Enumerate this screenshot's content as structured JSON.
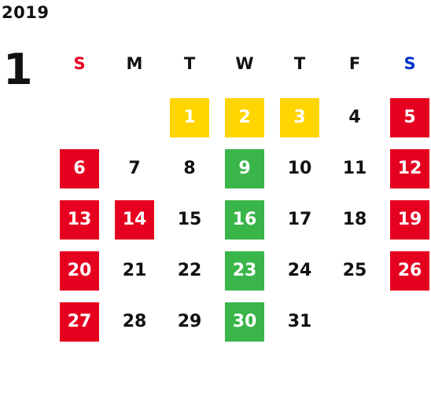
{
  "year": "2019",
  "month": "1",
  "weekdays": [
    {
      "label": "S",
      "color": "#e60020"
    },
    {
      "label": "M",
      "color": "#111111"
    },
    {
      "label": "T",
      "color": "#111111"
    },
    {
      "label": "W",
      "color": "#111111"
    },
    {
      "label": "T",
      "color": "#111111"
    },
    {
      "label": "F",
      "color": "#111111"
    },
    {
      "label": "S",
      "color": "#0033cc"
    }
  ],
  "colors": {
    "red": "#e60020",
    "yellow": "#ffd500",
    "green": "#3ab54a"
  },
  "weeks": [
    [
      null,
      null,
      {
        "d": "1",
        "h": "yellow"
      },
      {
        "d": "2",
        "h": "yellow"
      },
      {
        "d": "3",
        "h": "yellow"
      },
      {
        "d": "4",
        "h": ""
      },
      {
        "d": "5",
        "h": "red"
      }
    ],
    [
      {
        "d": "6",
        "h": "red"
      },
      {
        "d": "7",
        "h": ""
      },
      {
        "d": "8",
        "h": ""
      },
      {
        "d": "9",
        "h": "green"
      },
      {
        "d": "10",
        "h": ""
      },
      {
        "d": "11",
        "h": ""
      },
      {
        "d": "12",
        "h": "red"
      }
    ],
    [
      {
        "d": "13",
        "h": "red"
      },
      {
        "d": "14",
        "h": "red"
      },
      {
        "d": "15",
        "h": ""
      },
      {
        "d": "16",
        "h": "green"
      },
      {
        "d": "17",
        "h": ""
      },
      {
        "d": "18",
        "h": ""
      },
      {
        "d": "19",
        "h": "red"
      }
    ],
    [
      {
        "d": "20",
        "h": "red"
      },
      {
        "d": "21",
        "h": ""
      },
      {
        "d": "22",
        "h": ""
      },
      {
        "d": "23",
        "h": "green"
      },
      {
        "d": "24",
        "h": ""
      },
      {
        "d": "25",
        "h": ""
      },
      {
        "d": "26",
        "h": "red"
      }
    ],
    [
      {
        "d": "27",
        "h": "red"
      },
      {
        "d": "28",
        "h": ""
      },
      {
        "d": "29",
        "h": ""
      },
      {
        "d": "30",
        "h": "green"
      },
      {
        "d": "31",
        "h": ""
      },
      null,
      null
    ]
  ]
}
